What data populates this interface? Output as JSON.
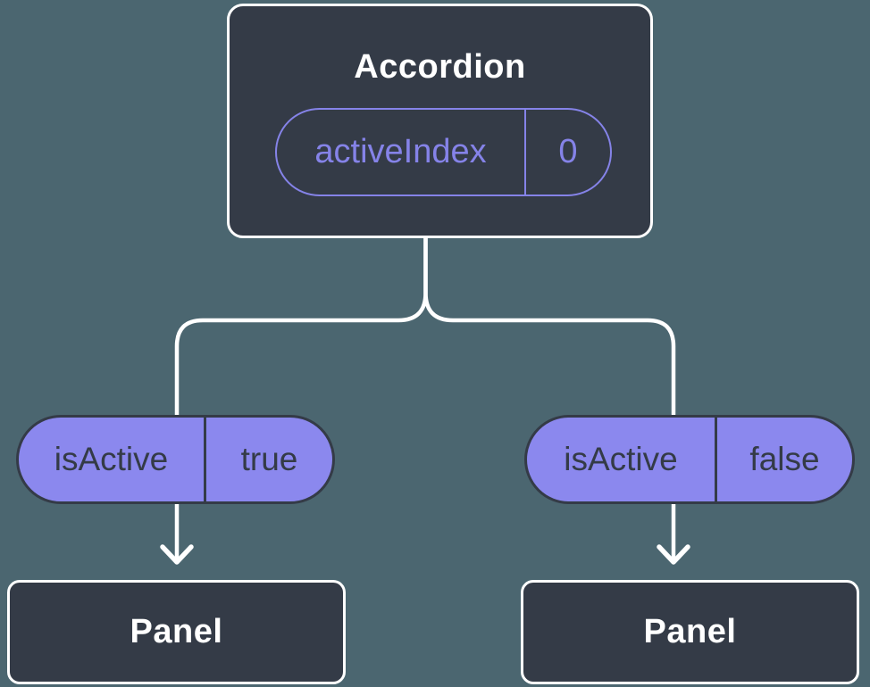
{
  "colors": {
    "background": "#4B6670",
    "node_fill": "#343B47",
    "node_border": "#FFFFFF",
    "connector": "#FFFFFF",
    "pill_fill": "#8B88EE",
    "accent_purple": "#8583E8",
    "text_light": "#FFFFFF",
    "text_dark": "#343B47"
  },
  "tree": {
    "root": {
      "title": "Accordion",
      "state_pill": {
        "name": "activeIndex",
        "value": "0"
      }
    },
    "branches": [
      {
        "prop_pill": {
          "name": "isActive",
          "value": "true"
        },
        "child": {
          "title": "Panel"
        }
      },
      {
        "prop_pill": {
          "name": "isActive",
          "value": "false"
        },
        "child": {
          "title": "Panel"
        }
      }
    ]
  }
}
